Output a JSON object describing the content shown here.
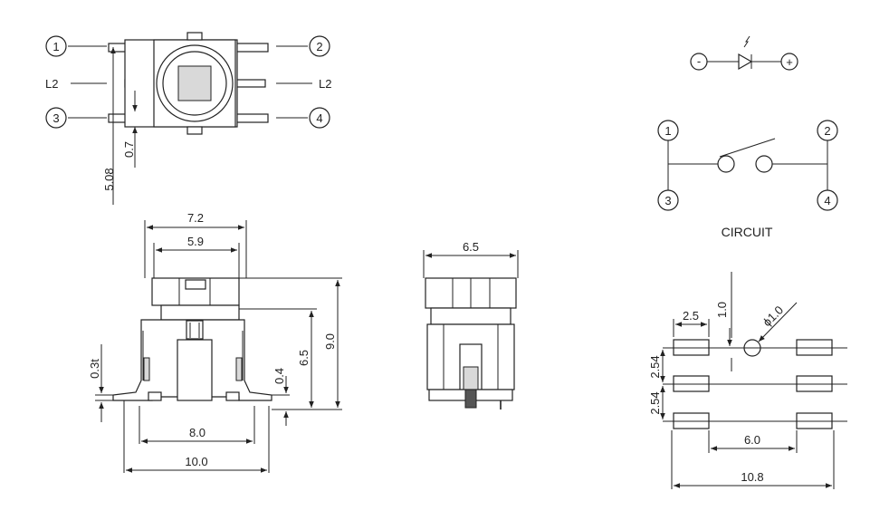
{
  "top_view": {
    "pin1": "1",
    "pin2": "2",
    "pin3": "3",
    "pin4": "4",
    "l2_left": "L2",
    "l2_right": "L2",
    "dim_height": "5.08",
    "dim_pin": "0.7"
  },
  "front_view": {
    "dim_top_outer": "7.2",
    "dim_top_inner": "5.9",
    "dim_height_total": "9.0",
    "dim_height_body": "6.5",
    "dim_lead_thk": "0.3t",
    "dim_standoff": "0.4",
    "dim_lead_span": "8.0",
    "dim_overall": "10.0"
  },
  "side_view": {
    "dim_width": "6.5"
  },
  "led_symbol": {
    "minus": "-",
    "plus": "+"
  },
  "circuit": {
    "pin1": "1",
    "pin2": "2",
    "pin3": "3",
    "pin4": "4",
    "caption": "CIRCUIT"
  },
  "footprint": {
    "dim_pad": "2.5",
    "dim_hole_offset": "1.0",
    "dim_hole": "ϕ1.0",
    "dim_pitch_a": "2.54",
    "dim_pitch_b": "2.54",
    "dim_inner": "6.0",
    "dim_outer": "10.8"
  }
}
